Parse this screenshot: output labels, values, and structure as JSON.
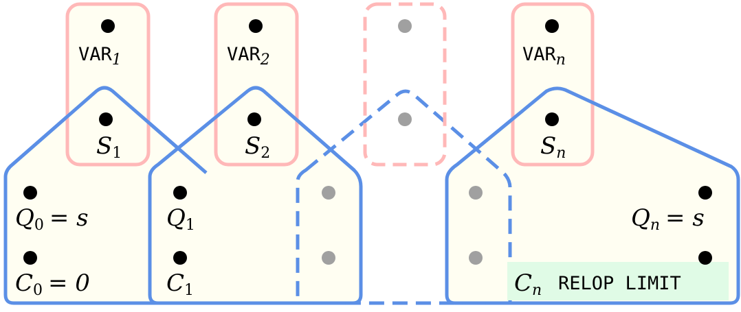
{
  "colors": {
    "var_box_stroke": "#ffb8b8",
    "group_stroke": "#5b8fe6",
    "fill": "#fffef2",
    "node_active": "#000000",
    "node_inactive": "#a0a0a0",
    "highlight": "#e0fbe6"
  },
  "var_boxes": [
    {
      "id": "var1",
      "name": "VAR",
      "sub": "1",
      "state_label": "S",
      "state_sub": "1",
      "dashed": false
    },
    {
      "id": "var2",
      "name": "VAR",
      "sub": "2",
      "state_label": "S",
      "state_sub": "2",
      "dashed": false
    },
    {
      "id": "var-ellipsis",
      "name": "",
      "sub": "",
      "state_label": "",
      "state_sub": "",
      "dashed": true
    },
    {
      "id": "varn",
      "name": "VAR",
      "sub": "n",
      "state_label": "S",
      "state_sub": "n",
      "dashed": false
    }
  ],
  "groups": [
    {
      "id": "group-0",
      "q_label": "Q",
      "q_sub": "0",
      "q_eq": "= s",
      "c_label": "C",
      "c_sub": "0",
      "c_eq": "= 0",
      "dashed": false
    },
    {
      "id": "group-1",
      "q_label": "Q",
      "q_sub": "1",
      "q_eq": "",
      "c_label": "C",
      "c_sub": "1",
      "c_eq": "",
      "dashed": false
    },
    {
      "id": "group-ellipsis",
      "q_label": "",
      "q_sub": "",
      "q_eq": "",
      "c_label": "",
      "c_sub": "",
      "c_eq": "",
      "dashed": true
    },
    {
      "id": "group-n",
      "q_label": "Q",
      "q_sub": "n",
      "q_eq": "= s",
      "c_label": "C",
      "c_sub": "n",
      "c_rest": "RELOP LIMIT",
      "dashed": false
    }
  ]
}
